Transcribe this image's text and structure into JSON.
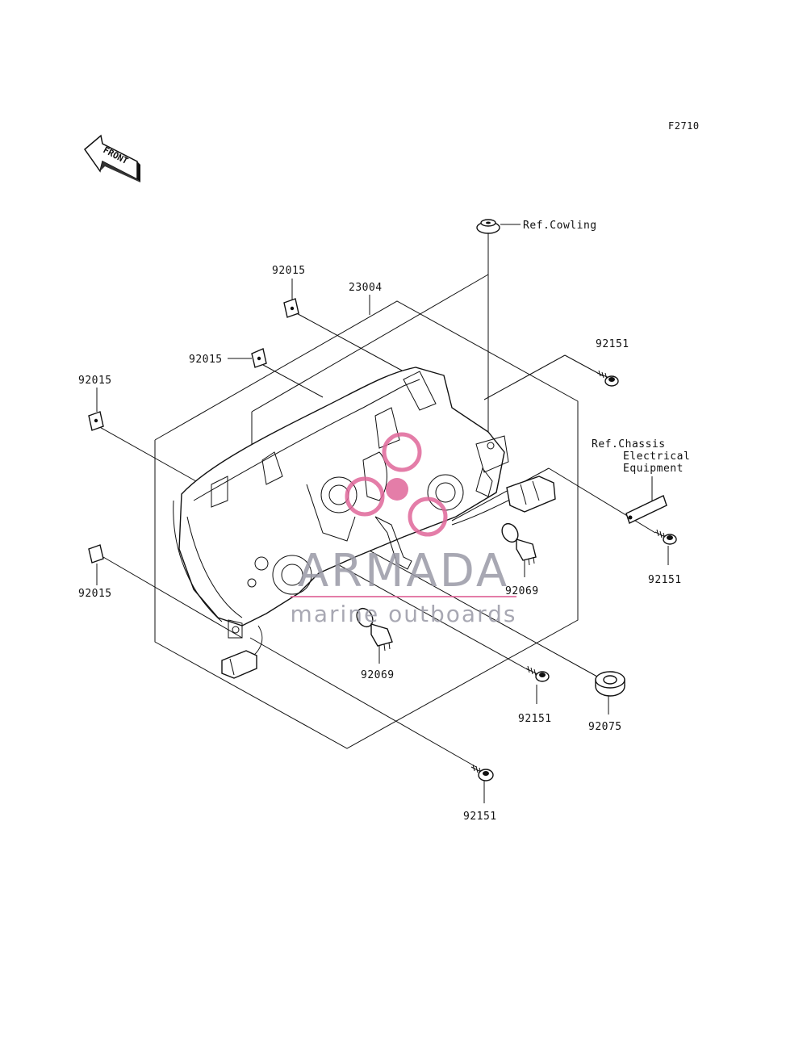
{
  "figure_code": "F2710",
  "front_arrow_label": "FRONT",
  "callouts": {
    "ref_cowling": "Ref.Cowling",
    "ref_chassis_l1": "Ref.Chassis",
    "ref_chassis_l2": "Electrical",
    "ref_chassis_l3": "Equipment",
    "p23004": "23004",
    "p92015_a": "92015",
    "p92015_b": "92015",
    "p92015_c": "92015",
    "p92015_d": "92015",
    "p92151_a": "92151",
    "p92151_b": "92151",
    "p92151_c": "92151",
    "p92151_d": "92151",
    "p92069_a": "92069",
    "p92069_b": "92069",
    "p92075": "92075"
  },
  "watermark": {
    "brand": "ARMADA",
    "tagline": "marine outboards",
    "accent_color": "#e0679a"
  }
}
